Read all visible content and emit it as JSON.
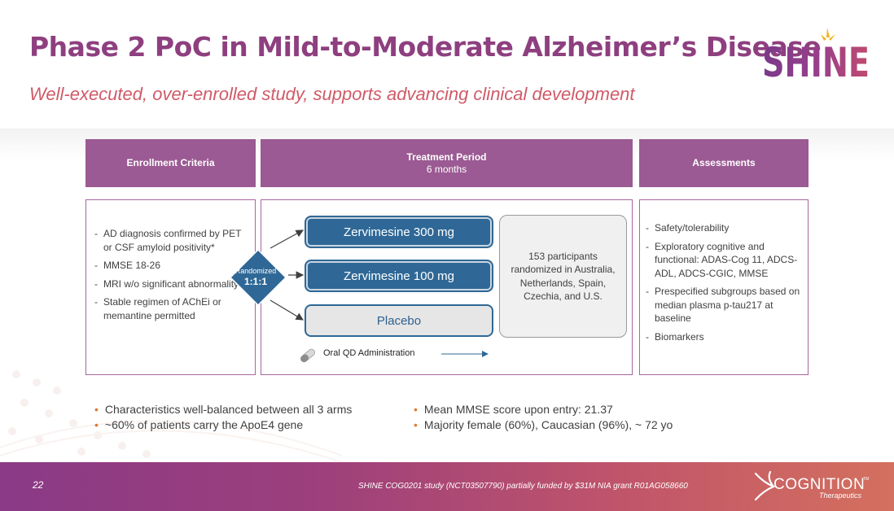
{
  "title": "Phase 2 PoC in Mild-to-Moderate Alzheimer’s Disease",
  "subtitle": "Well-executed, over-enrolled study, supports advancing clinical development",
  "brand": {
    "shine": "SHINE",
    "cognition": "COGNITION",
    "therapeutics": "Therapeutics",
    "tm": "TM"
  },
  "headers": {
    "enrollment": "Enrollment Criteria",
    "treatment": "Treatment Period",
    "treatment_sub": "6 months",
    "assessments": "Assessments"
  },
  "enrollment_items": [
    "AD diagnosis confirmed by PET or CSF amyloid positivity*",
    "MMSE 18-26",
    "MRI w/o significant abnormality",
    "Stable regimen of AChEi or memantine permitted"
  ],
  "randomization": {
    "label": "Randomized",
    "ratio": "1:1:1"
  },
  "arms": {
    "arm1": "Zervimesine 300 mg",
    "arm2": "Zervimesine 100 mg",
    "arm3": "Placebo"
  },
  "participants_text": "153 participants randomized in Australia, Netherlands, Spain, Czechia, and U.S.",
  "oral_admin": "Oral QD Administration",
  "assessment_items": [
    "Safety/tolerability",
    "Exploratory cognitive and functional: ADAS-Cog 11, ADCS-ADL, ADCS-CGIC, MMSE",
    "Prespecified subgroups based on median plasma p-tau217 at baseline",
    "Biomarkers"
  ],
  "bullets": {
    "b1": "Characteristics well-balanced between all 3 arms",
    "b2": "~60% of patients carry the ApoE4 gene",
    "b3": "Mean MMSE score upon entry: 21.37",
    "b4": "Majority female (60%), Caucasian (96%), ~ 72 yo"
  },
  "footer": {
    "page_number": "22",
    "footnote": "SHINE COG0201 study (NCT03507790) partially funded by $31M NIA grant R01AG058660"
  },
  "colors": {
    "title": "#8e3f7f",
    "subtitle": "#d05a68",
    "header_bg": "#9b5a93",
    "arm_blue": "#2f6896",
    "bullet_dot": "#e07a30"
  }
}
